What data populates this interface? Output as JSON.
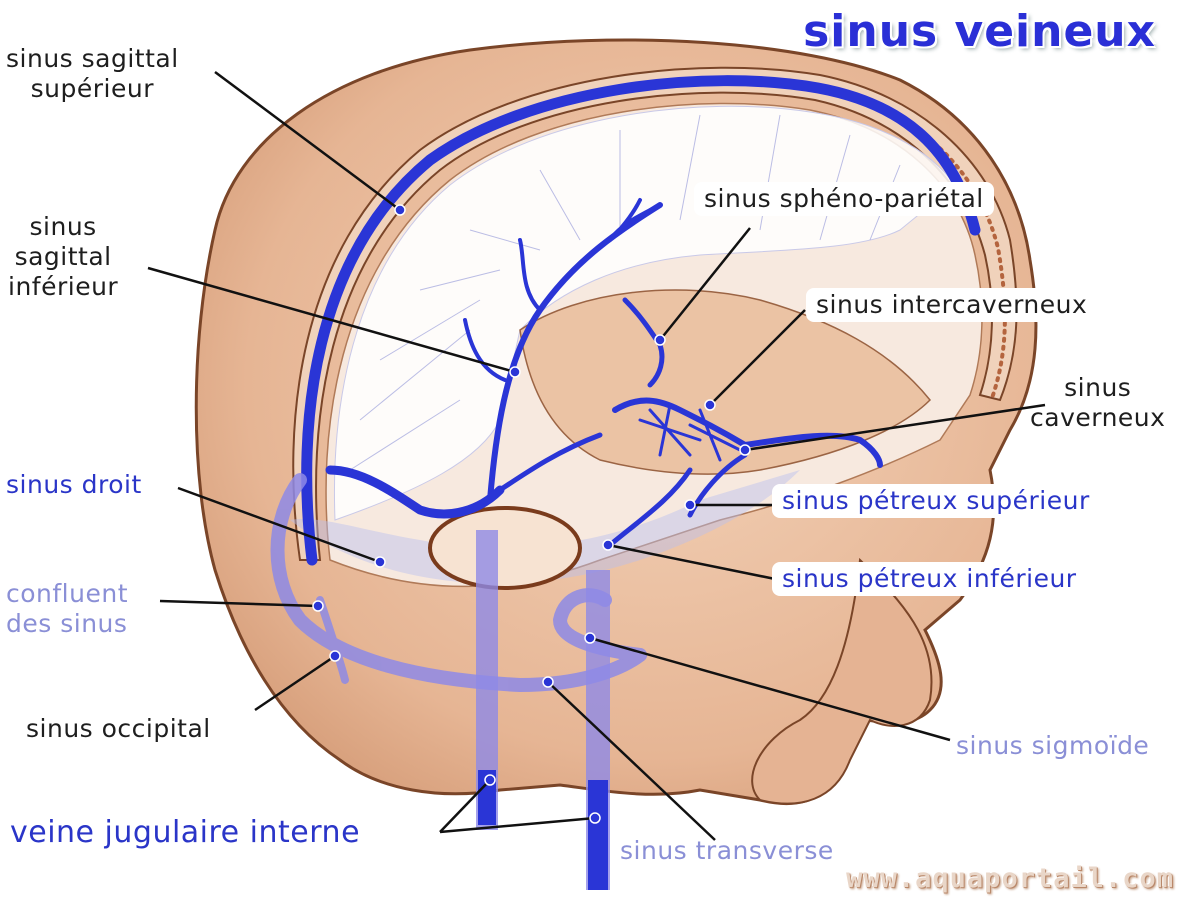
{
  "title": "sinus veineux",
  "watermark": "www.aquaportail.com",
  "colors": {
    "vein": "#2a35d6",
    "vein_pale": "#8e8ae6",
    "bone": "#e8bd9e",
    "bone_shadow": "#c98d68",
    "outline": "#7a4528",
    "label_dark": "#1e1e1e",
    "label_blue": "#2a35c8",
    "label_pale": "#8a8fd6"
  },
  "labels": {
    "sagittal_sup_1": "sinus sagittal",
    "sagittal_sup_2": "supérieur",
    "sagittal_inf_1": "sinus",
    "sagittal_inf_2": "sagittal",
    "sagittal_inf_3": "inférieur",
    "droit": "sinus droit",
    "confluent_1": "confluent",
    "confluent_2": "des sinus",
    "occipital": "sinus occipital",
    "jugulaire": "veine jugulaire interne",
    "transverse": "sinus transverse",
    "spheno": "sinus sphéno-pariétal",
    "intercaverneux": "sinus intercaverneux",
    "caverneux_1": "sinus",
    "caverneux_2": "caverneux",
    "petreux_sup": "sinus pétreux supérieur",
    "petreux_inf": "sinus pétreux inférieur",
    "sigmoide": "sinus sigmoïde"
  }
}
